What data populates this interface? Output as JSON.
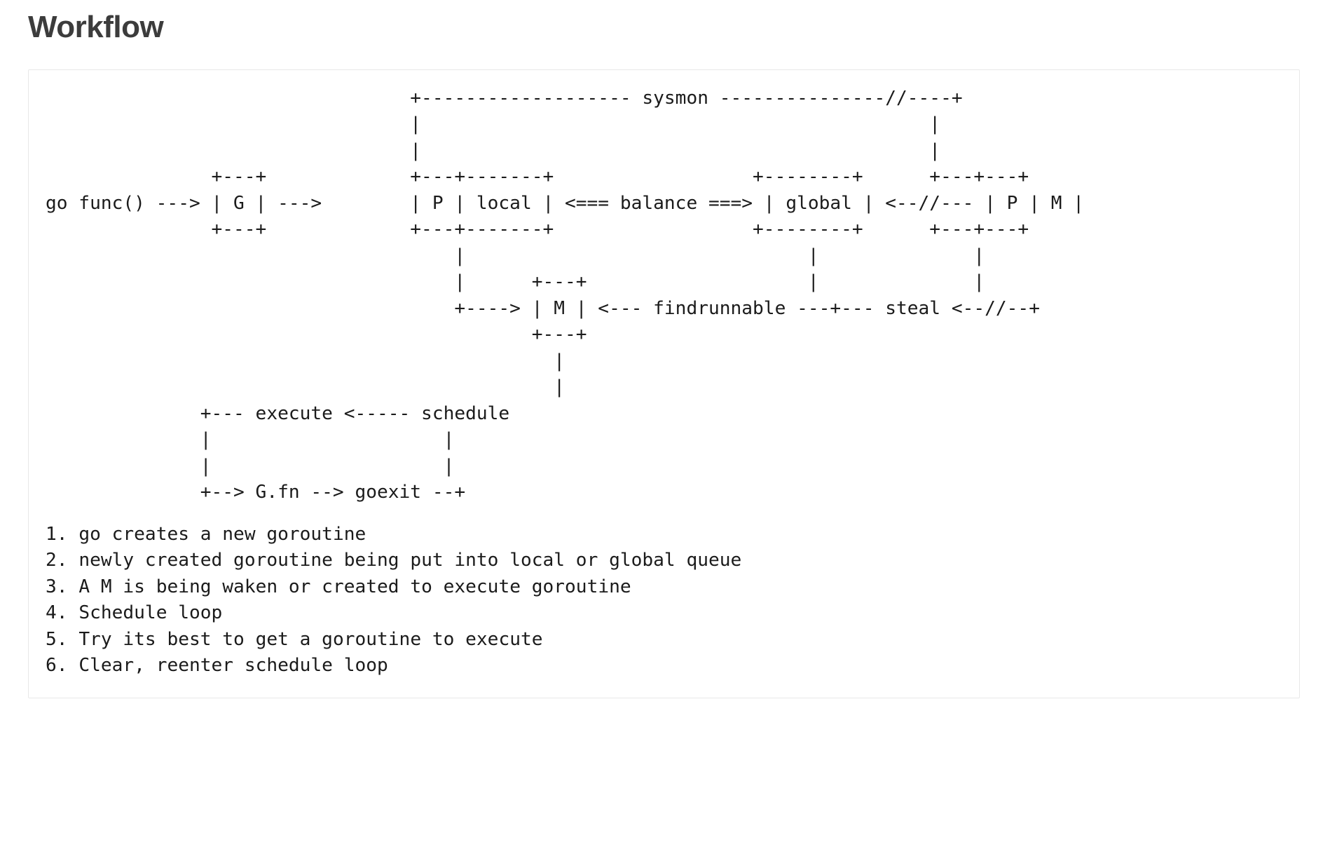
{
  "page": {
    "title": "Workflow"
  },
  "diagram": {
    "name": "go-scheduler-workflow-ascii-diagram",
    "lines": [
      "                                 +------------------- sysmon ---------------//----+",
      "                                 |                                              |",
      "                                 |                                              |",
      "               +---+             +---+-------+                  +--------+                  +---+---+",
      "go func() ---> | G | --->        | P | local | <=== balance ===> | global | <--//---         | P | M |",
      "               +---+             +---+-------+                  +--------+                  +---+---+",
      "                                     |                               |                          |",
      "                                     |        +---+                  |                          |",
      "                                     +----->  | M | <--- findrunnable ---+--- steal <--//--+",
      "                                              +---+",
      "                                                |",
      "                                                |",
      "              +--- execute <----- schedule",
      "              |                   |",
      "              |                   |",
      "              +--> G.fn --> goexit --+"
    ],
    "art": "                                 +------------------- sysmon ---------------//----+\n                                 |                                              |\n                                 |                                              |\n               +---+             +---+-------+                  +--------+      +---+---+\ngo func() ---> | G | --->        | P | local | <=== balance ===> | global | <--//--- | P | M |\n               +---+             +---+-------+                  +--------+      +---+---+\n                                     |                               |              |\n                                     |      +---+                    |              |\n                                     +----> | M | <--- findrunnable ---+--- steal <--//--+\n                                            +---+\n                                              |\n                                              |\n              +--- execute <----- schedule\n              |                     |\n              |                     |\n              +--> G.fn --> goexit --+",
    "labels": {
      "sysmon": "sysmon",
      "go_func": "go func()",
      "g_box": "G",
      "p_box": "P",
      "local": "local",
      "balance": "balance",
      "global": "global",
      "m_box": "M",
      "findrunnable": "findrunnable",
      "steal": "steal",
      "execute": "execute",
      "schedule": "schedule",
      "g_fn": "G.fn",
      "goexit": "goexit"
    }
  },
  "steps": {
    "items": [
      {
        "num": "1.",
        "text": "go creates a new goroutine"
      },
      {
        "num": "2.",
        "text": "newly created goroutine being put into local or global queue"
      },
      {
        "num": "3.",
        "text": "A M is being waken or created to execute goroutine"
      },
      {
        "num": "4.",
        "text": "Schedule loop"
      },
      {
        "num": "5.",
        "text": "Try its best to get a goroutine to execute"
      },
      {
        "num": "6.",
        "text": "Clear, reenter schedule loop"
      }
    ]
  },
  "colors": {
    "text": "#1b1b1b",
    "title": "#3c3c3c",
    "border": "#e8e8e8",
    "background": "#ffffff"
  }
}
